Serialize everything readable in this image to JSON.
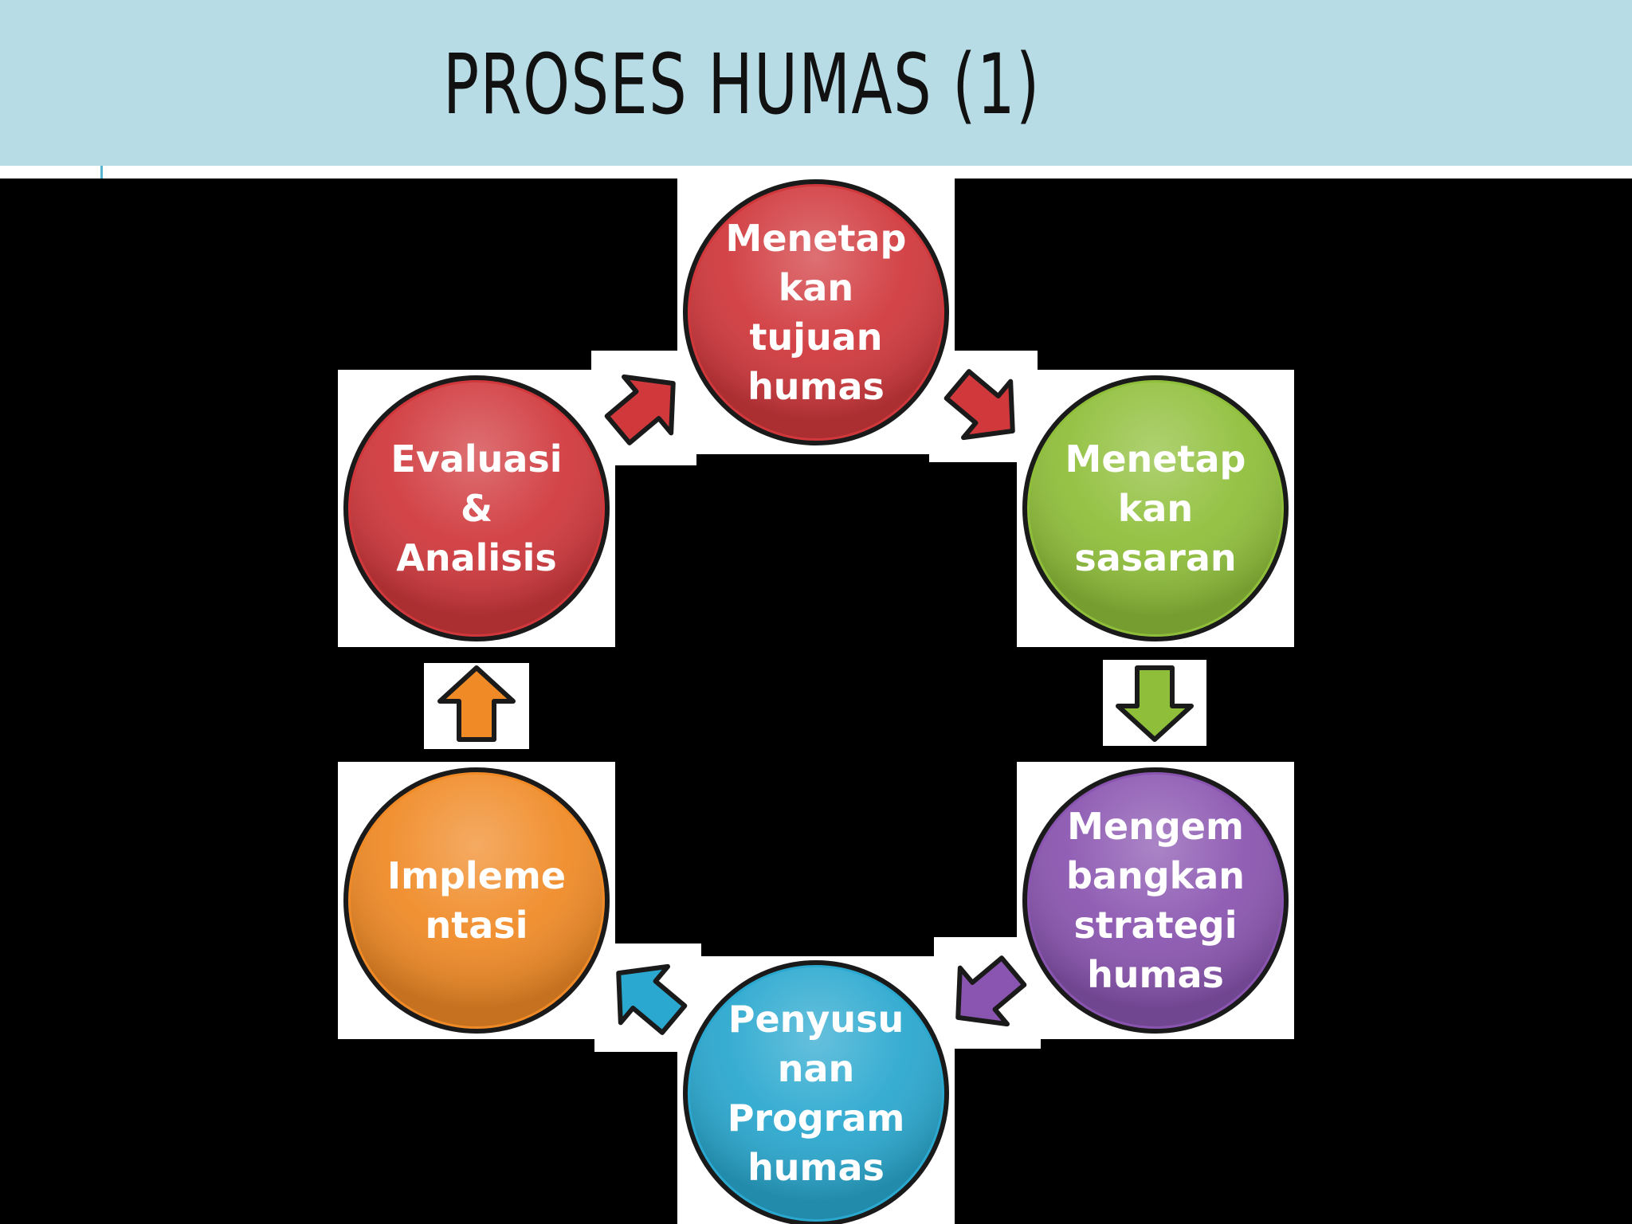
{
  "slide": {
    "title": "PROSES HUMAS (1)"
  },
  "cycle": {
    "nodes": [
      {
        "id": "tujuan",
        "lines": [
          "Menetap",
          "kan",
          "tujuan",
          "humas"
        ],
        "color": "#d0383c"
      },
      {
        "id": "sasaran",
        "lines": [
          "Menetap",
          "kan",
          "sasaran"
        ],
        "color": "#8fbf3a"
      },
      {
        "id": "strategi",
        "lines": [
          "Mengem",
          "bangkan",
          "strategi",
          "humas"
        ],
        "color": "#8a55b0"
      },
      {
        "id": "program",
        "lines": [
          "Penyusu",
          "nan",
          "Program",
          "humas"
        ],
        "color": "#2aa8cf"
      },
      {
        "id": "implementasi",
        "lines": [
          "Impleme",
          "ntasi"
        ],
        "color": "#f08a26"
      },
      {
        "id": "evaluasi",
        "lines": [
          "Evaluasi",
          "&",
          "Analisis"
        ],
        "color": "#d0383c"
      }
    ],
    "arrows": [
      {
        "id": "tujuan-to-sasaran",
        "color": "#d0383c"
      },
      {
        "id": "sasaran-to-strategi",
        "color": "#8fbf3a"
      },
      {
        "id": "strategi-to-program",
        "color": "#8a55b0"
      },
      {
        "id": "program-to-implementasi",
        "color": "#2aa8cf"
      },
      {
        "id": "implementasi-to-evaluasi",
        "color": "#f08a26"
      },
      {
        "id": "evaluasi-to-tujuan",
        "color": "#d0383c"
      }
    ]
  }
}
